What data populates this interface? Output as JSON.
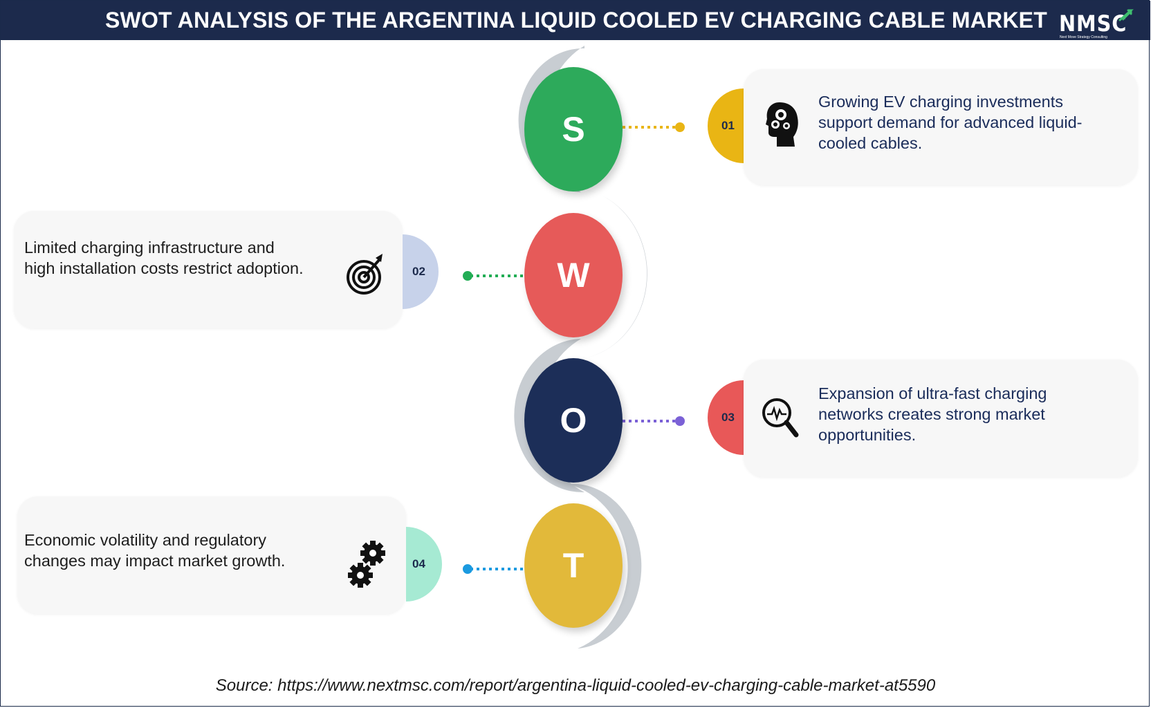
{
  "header": {
    "title": "SWOT ANALYSIS OF THE ARGENTINA LIQUID COOLED EV CHARGING CABLE MARKET",
    "logo_text": "NMSC",
    "logo_tagline": "Next Move Strategy Consulting",
    "background": "#1c2a4c"
  },
  "swot": [
    {
      "letter": "S",
      "number": "01",
      "text_lines": [
        "Growing EV charging investments",
        "support demand for advanced liquid-",
        "cooled cables."
      ],
      "icon": "brain-gears-icon",
      "circle_color": "#2daa5b",
      "tab_color": "#e9b514",
      "connector_color": "#e9b514",
      "side": "right"
    },
    {
      "letter": "W",
      "number": "02",
      "text_lines": [
        "Limited charging infrastructure and",
        "high installation costs restrict adoption."
      ],
      "icon": "target-arrow-icon",
      "circle_color": "#e65a59",
      "tab_color": "#c7d2ea",
      "connector_color": "#22ad55",
      "side": "left"
    },
    {
      "letter": "O",
      "number": "03",
      "text_lines": [
        "Expansion of ultra-fast charging",
        "networks creates strong market",
        "opportunities."
      ],
      "icon": "magnifier-pulse-icon",
      "circle_color": "#1c2e58",
      "tab_color": "#e85858",
      "connector_color": "#7b61d6",
      "side": "right"
    },
    {
      "letter": "T",
      "number": "04",
      "text_lines": [
        "Economic volatility and regulatory",
        "changes may impact market growth."
      ],
      "icon": "gears-icon",
      "circle_color": "#e2b93a",
      "tab_color": "#a6ead3",
      "connector_color": "#1b9ae0",
      "side": "left"
    }
  ],
  "source": "Source: https://www.nextmsc.com/report/argentina-liquid-cooled-ev-charging-cable-market-at5590"
}
